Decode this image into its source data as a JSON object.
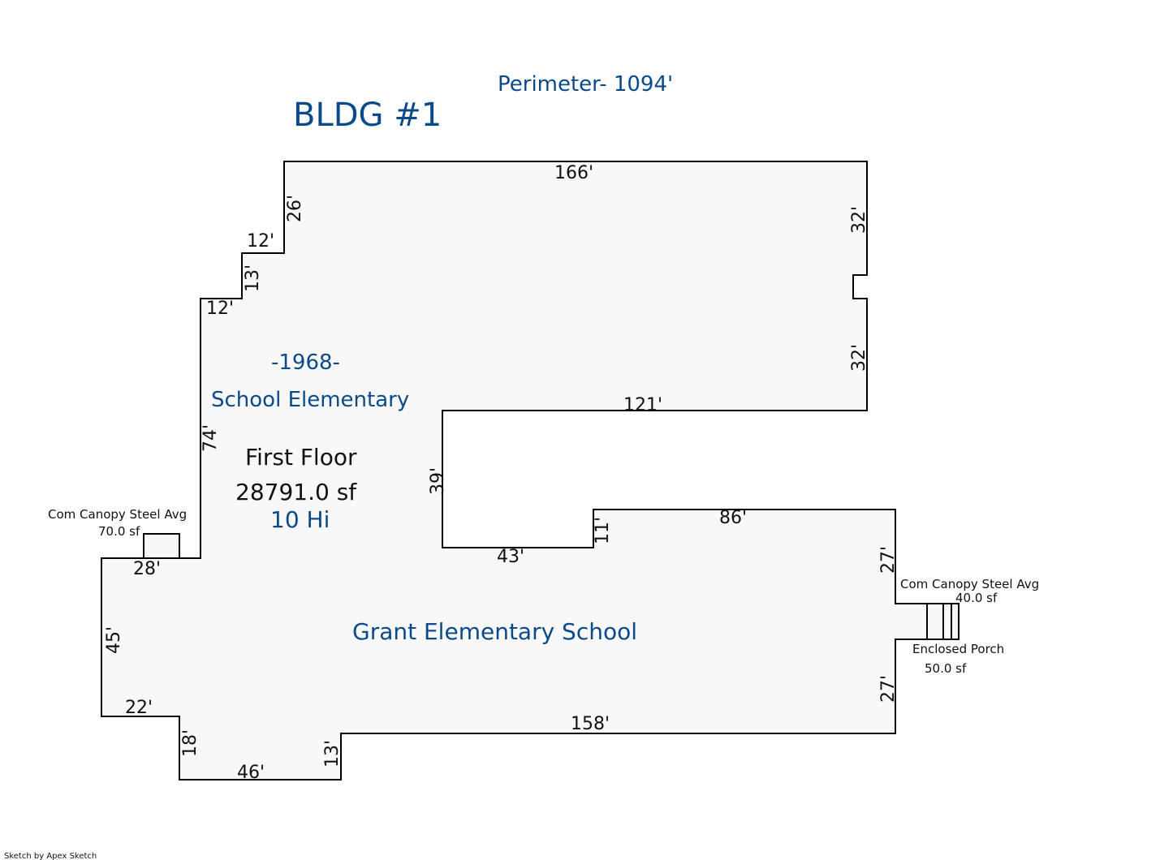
{
  "header": {
    "perimeter": "Perimeter- 1094'",
    "building": "BLDG #1"
  },
  "labels": {
    "year": "-1968-",
    "use": "School Elementary",
    "floor": "First Floor",
    "area": "28791.0 sf",
    "height": "10 Hi",
    "name": "Grant Elementary School"
  },
  "dimensions": {
    "top": "166'",
    "left_upper": "26'",
    "step1_h": "12'",
    "step1_v": "13'",
    "step2_h": "12'",
    "right_upper": "32'",
    "right_lower": "32'",
    "inner_top": "121'",
    "left_main": "74'",
    "inner_left": "39'",
    "inner_bottom": "43'",
    "inner_right": "11'",
    "mid_top": "86'",
    "right_mid_upper": "27'",
    "right_mid_lower": "27'",
    "ledge": "28'",
    "west": "45'",
    "sw_step": "22'",
    "sw_drop": "18'",
    "bottom_left": "46'",
    "bottom_step": "13'",
    "bottom": "158'"
  },
  "annexes": {
    "canopy_west_label": "Com Canopy Steel Avg",
    "canopy_west_area": "70.0 sf",
    "canopy_east_label": "Com Canopy Steel Avg",
    "canopy_east_area": "40.0 sf",
    "porch_label": "Enclosed Porch",
    "porch_area": "50.0 sf"
  },
  "footer": "Sketch by Apex Sketch",
  "colors": {
    "label_blue": "#0b4a8a",
    "fill": "#f8f8f8",
    "outline": "#000000"
  }
}
